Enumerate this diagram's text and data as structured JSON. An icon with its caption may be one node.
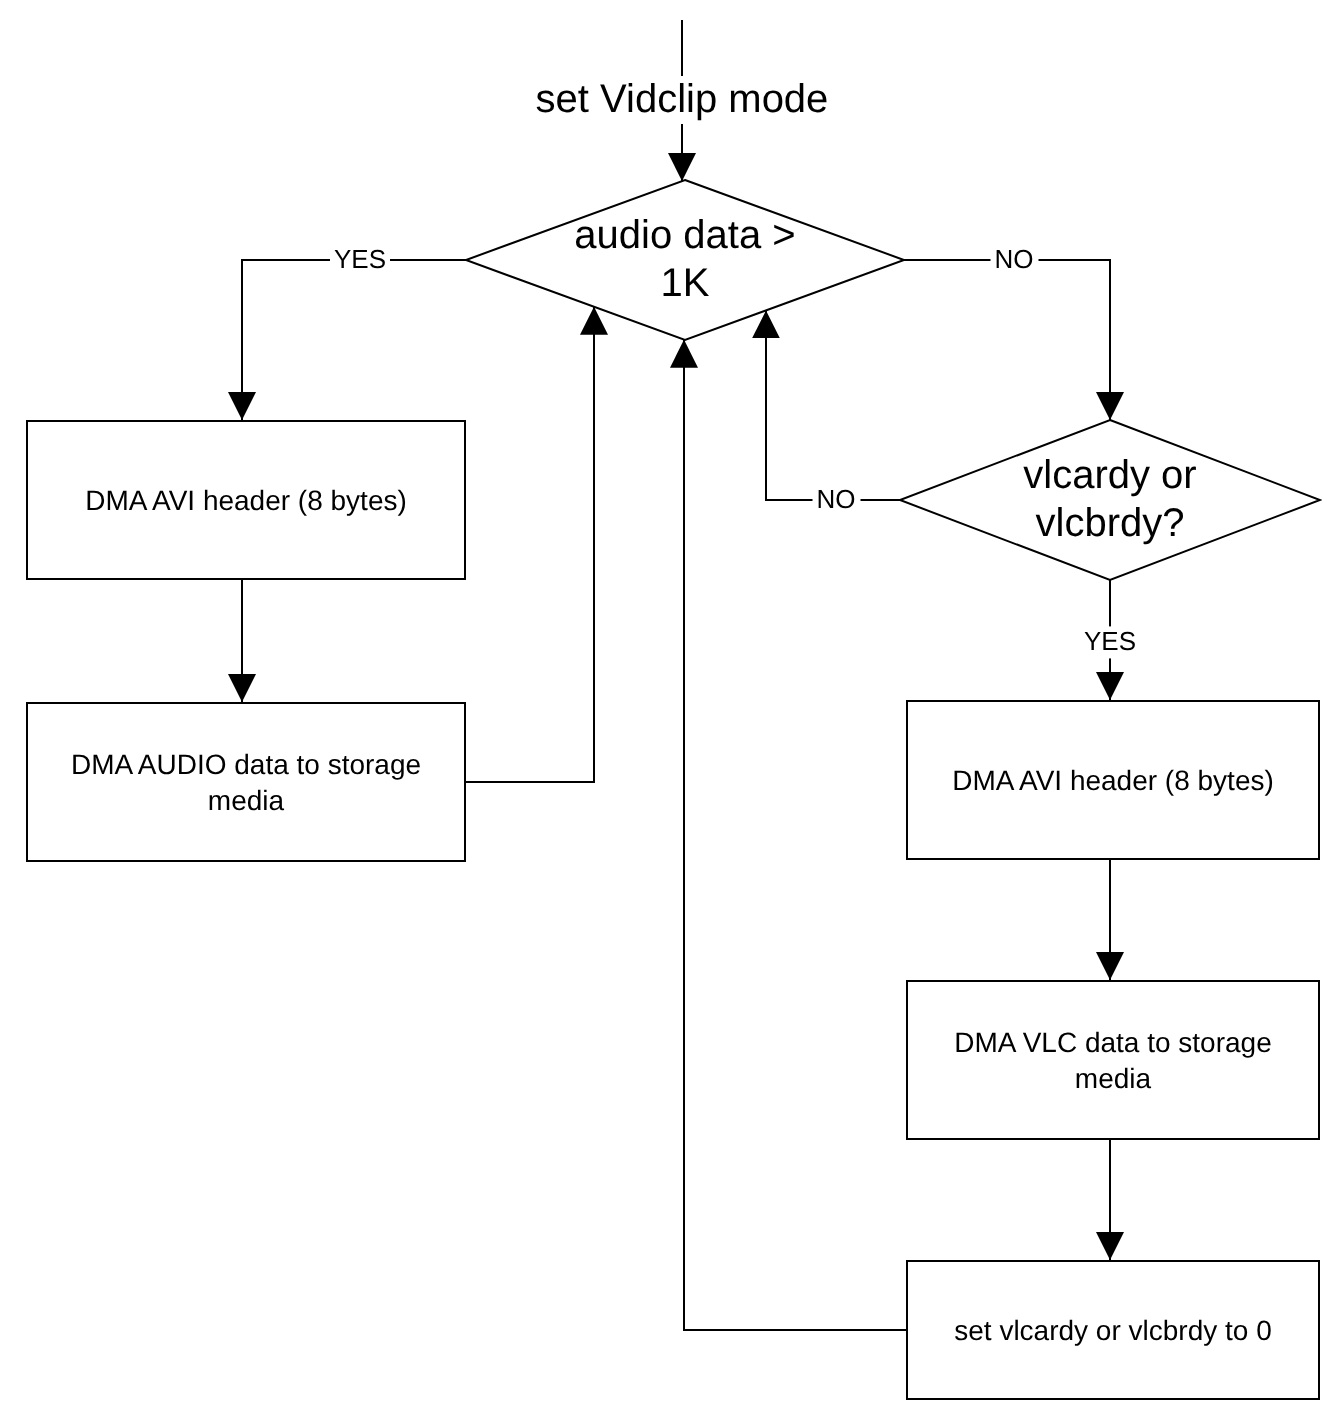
{
  "diagram": {
    "nodes": [
      {
        "text": [
          "audio data > 1K"
        ]
      },
      {
        "text": [
          "DMA AVI header (8 bytes)"
        ]
      },
      {
        "text": [
          "DMA AUDIO data to storage media"
        ]
      },
      {
        "text": [
          "vlcardy or vlcbrdy?"
        ]
      },
      {
        "text": [
          "DMA AVI header (8 bytes)"
        ]
      },
      {
        "text": [
          "DMA VLC data to storage media"
        ]
      },
      {
        "text": [
          "set vlcardy or vlcbrdy to 0"
        ]
      }
    ],
    "edges": [
      {
        "from": null,
        "to": 0,
        "arrow": "to",
        "label": "set Vidclip mode"
      },
      {
        "from": 0,
        "to": 1,
        "arrow": "to",
        "label": "YES"
      },
      {
        "from": 1,
        "to": 2,
        "arrow": "to"
      },
      {
        "from": 2,
        "to": 0,
        "arrow": "to"
      },
      {
        "from": 0,
        "to": 3,
        "arrow": "to",
        "label": "NO"
      },
      {
        "from": 3,
        "to": 0,
        "arrow": "to",
        "label": "NO"
      },
      {
        "from": 3,
        "to": 4,
        "arrow": "to",
        "label": "YES"
      },
      {
        "from": 4,
        "to": 5,
        "arrow": "to"
      },
      {
        "from": 5,
        "to": 6,
        "arrow": "to"
      },
      {
        "from": 6,
        "to": 0,
        "arrow": "to"
      }
    ]
  }
}
